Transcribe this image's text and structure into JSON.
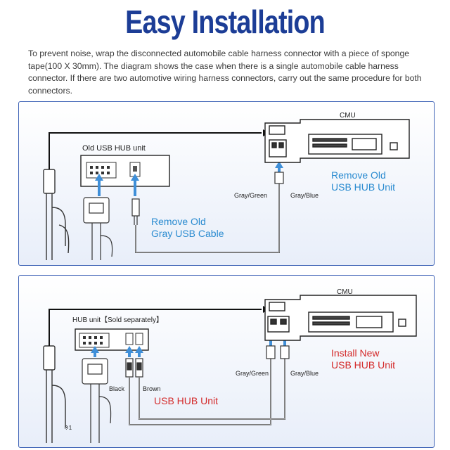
{
  "title": "Easy Installation",
  "intro": "To prevent noise, wrap the disconnected automobile cable harness connector with a piece of sponge tape(100 X 30mm). The diagram shows the case when there is a single automobile cable harness connector. If there are two automotive wiring harness connectors, carry out the same procedure for both connectors.",
  "panel1": {
    "cmu_label": "CMU",
    "unit_label": "Old USB HUB unit",
    "wire_left": "Gray/Green",
    "wire_right": "Gray/Blue",
    "callout_cable_line1": "Remove Old",
    "callout_cable_line2": "Gray USB Cable",
    "callout_unit_line1": "Remove Old",
    "callout_unit_line2": "USB HUB Unit"
  },
  "panel2": {
    "cmu_label": "CMU",
    "unit_label": "HUB unit【Sold separately】",
    "wire_black": "Black",
    "wire_brown": "Brown",
    "wire_left": "Gray/Green",
    "wire_right": "Gray/Blue",
    "callout_cable": "USB HUB Unit",
    "callout_unit_line1": "Install New",
    "callout_unit_line2": "USB HUB Unit",
    "footnote": "※1"
  },
  "colors": {
    "title": "#1c3d96",
    "panel_border": "#3f63b6",
    "callout_blue": "#2a8bd0",
    "callout_red": "#d42a2a",
    "arrow_blue": "#3f8fd8"
  }
}
